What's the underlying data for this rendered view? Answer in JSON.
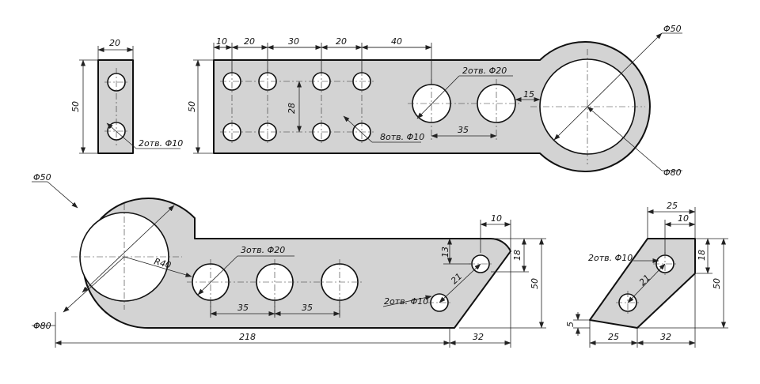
{
  "colors": {
    "part_fill": "#d3d3d3",
    "line": "#111111",
    "hole_fill": "#ffffff"
  },
  "view1": {
    "width": "20",
    "height": "50",
    "holes_note": "2отв. Φ10"
  },
  "view2": {
    "dim_10": "10",
    "dim_20a": "20",
    "dim_30": "30",
    "dim_20b": "20",
    "dim_40": "40",
    "height": "50",
    "row_spacing": "28",
    "holes_small_note": "8отв. Φ10",
    "holes_large_note": "2отв. Φ20",
    "spacing_35": "35",
    "gap_15": "15",
    "ring_inner": "Φ50",
    "ring_outer": "Φ80"
  },
  "view3": {
    "ring_inner": "Φ50",
    "ring_outer": "Φ80",
    "radius": "R40",
    "holes_note": "3отв. Φ20",
    "spacing_35a": "35",
    "spacing_35b": "35",
    "total_length": "218",
    "tail_width": "32",
    "dim_10": "10",
    "dim_13": "13",
    "dim_18": "18",
    "height": "50",
    "diag_21": "21",
    "small_holes_note": "2отв. Φ10"
  },
  "view4": {
    "dim_25_top": "25",
    "dim_10": "10",
    "dim_18": "18",
    "height": "50",
    "holes_note": "2отв. Φ10",
    "diag_21": "21",
    "dim_5": "5",
    "dim_25_bottom": "25",
    "dim_32": "32"
  }
}
